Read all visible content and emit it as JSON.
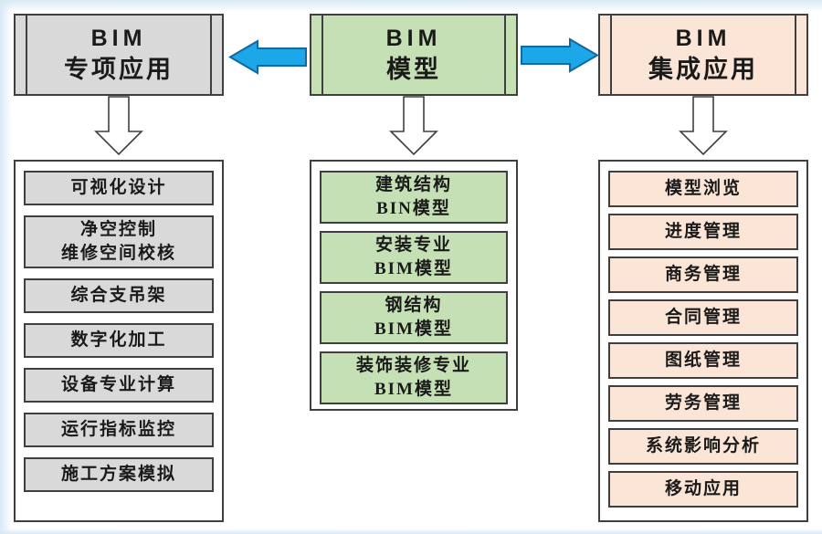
{
  "colors": {
    "gray-fill": "#d9d9d9",
    "green-fill": "#c5e0b4",
    "cream-fill": "#fbe5d6",
    "border": "#3f3f3f",
    "arrow-blue": "#1ba7e8",
    "arrow-blue-border": "#15679f",
    "edge-tint": "#d8e9f6",
    "text": "#1a1a1a"
  },
  "columns": [
    {
      "id": "bim-special-applications",
      "header": {
        "line1": "BIM",
        "line2": "专项应用"
      },
      "items": [
        {
          "lines": [
            "可视化设计"
          ]
        },
        {
          "lines": [
            "净空控制",
            "维修空间校核"
          ]
        },
        {
          "lines": [
            "综合支吊架"
          ]
        },
        {
          "lines": [
            "数字化加工"
          ]
        },
        {
          "lines": [
            "设备专业计算"
          ]
        },
        {
          "lines": [
            "运行指标监控"
          ]
        },
        {
          "lines": [
            "施工方案模拟"
          ]
        }
      ]
    },
    {
      "id": "bim-model",
      "header": {
        "line1": "BIM",
        "line2": "模型"
      },
      "items": [
        {
          "lines": [
            "建筑结构",
            "BIN模型"
          ]
        },
        {
          "lines": [
            "安装专业",
            "BIM模型"
          ]
        },
        {
          "lines": [
            "钢结构",
            "BIM模型"
          ]
        },
        {
          "lines": [
            "装饰装修专业",
            "BIM模型"
          ]
        }
      ]
    },
    {
      "id": "bim-integrated-applications",
      "header": {
        "line1": "BIM",
        "line2": "集成应用"
      },
      "items": [
        {
          "lines": [
            "模型浏览"
          ]
        },
        {
          "lines": [
            "进度管理"
          ]
        },
        {
          "lines": [
            "商务管理"
          ]
        },
        {
          "lines": [
            "合同管理"
          ]
        },
        {
          "lines": [
            "图纸管理"
          ]
        },
        {
          "lines": [
            "劳务管理"
          ]
        },
        {
          "lines": [
            "系统影响分析"
          ]
        },
        {
          "lines": [
            "移动应用"
          ]
        }
      ]
    }
  ],
  "arrows": {
    "left_block_arrow": {
      "direction": "left",
      "from": "bim-model",
      "to": "bim-special-applications"
    },
    "right_block_arrow": {
      "direction": "right",
      "from": "bim-model",
      "to": "bim-integrated-applications"
    }
  }
}
